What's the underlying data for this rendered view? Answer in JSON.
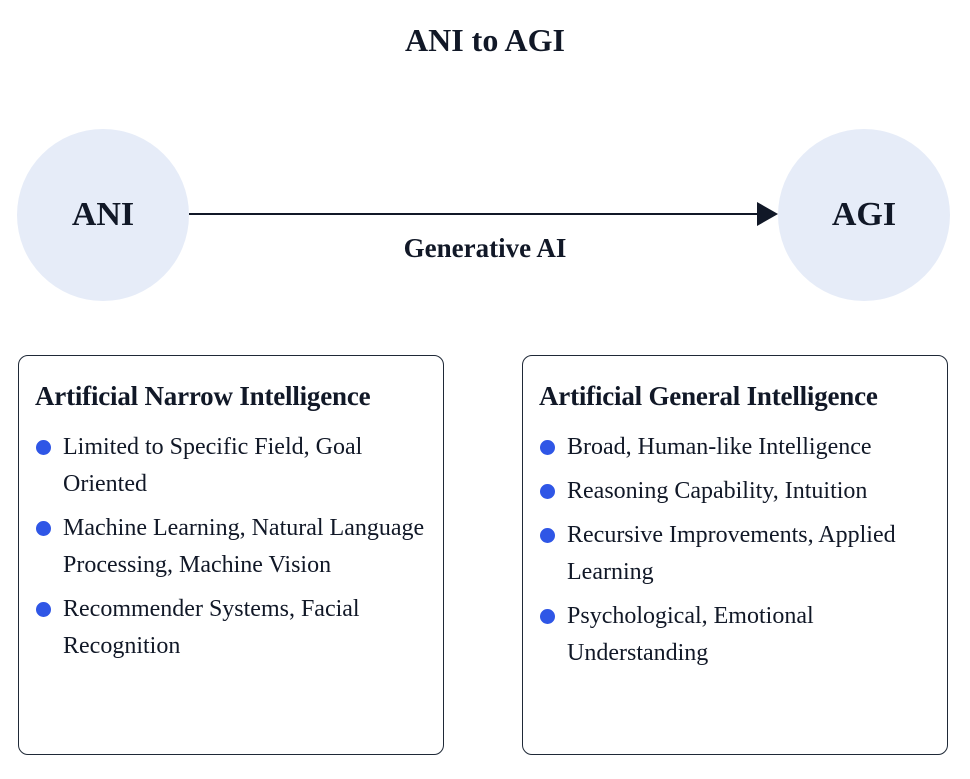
{
  "diagram": {
    "title": "ANI to AGI",
    "nodes": {
      "left": "ANI",
      "right": "AGI"
    },
    "edge_label": "Generative AI",
    "colors": {
      "circle_fill": "#e6ecf8",
      "bullet": "#2f56e6",
      "text": "#111827",
      "border": "#1f2937"
    }
  },
  "cards": {
    "narrow": {
      "title": "Artificial Narrow Intelligence",
      "points": [
        "Limited to Specific Field, Goal Oriented",
        "Machine Learning, Natural Language Processing, Machine Vision",
        "Recommender Systems, Facial Recognition"
      ]
    },
    "general": {
      "title": "Artificial General Intelligence",
      "points": [
        "Broad, Human-like Intelligence",
        "Reasoning Capability, Intuition",
        "Recursive Improvements, Applied Learning",
        "Psychological, Emotional Understanding"
      ]
    }
  }
}
